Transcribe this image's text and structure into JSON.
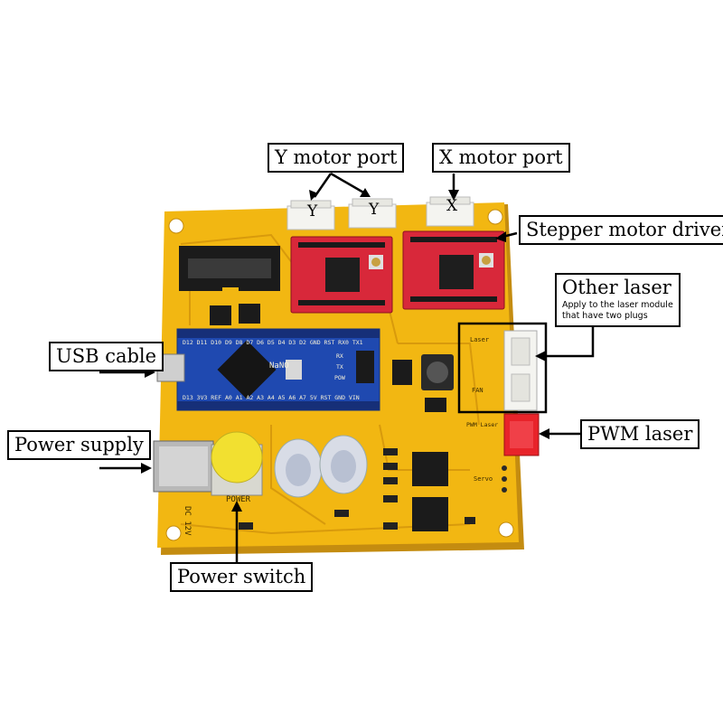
{
  "labels": {
    "y_motor_port": "Y motor port",
    "x_motor_port": "X motor port",
    "stepper_motor_driver": "Stepper motor driver",
    "other_laser": "Other laser",
    "other_laser_desc_line1": "Apply to the laser module",
    "other_laser_desc_line2": "that have two plugs",
    "usb_cable": "USB cable",
    "power_supply": "Power supply",
    "pwm_laser": "PWM laser",
    "power_switch": "Power switch"
  },
  "connector_letters": {
    "y1": "Y",
    "y2": "Y",
    "x": "X"
  },
  "silkscreen": {
    "nano": "NaNO",
    "top_pins": "D12 D11 D10 D9 D8 D7 D6 D5 D4 D3 D2 GND RST RX0 TX1",
    "bottom_pins": "D13 3V3 REF A0 A1 A2 A3 A4 A5 A6 A7 5V RST GND VIN",
    "rx": "RX",
    "tx": "TX",
    "pow": "POW",
    "power": "POWER",
    "dc": "DC 12V",
    "laser": "Laser",
    "fan": "FAN",
    "servo": "Servo",
    "pwm": "PWM Laser"
  },
  "colors": {
    "board": "#f2b712",
    "driver": "#d8283a",
    "nano": "#1f49b0",
    "switch_cap": "#f2e030",
    "pwm_connector": "#e8232a"
  }
}
